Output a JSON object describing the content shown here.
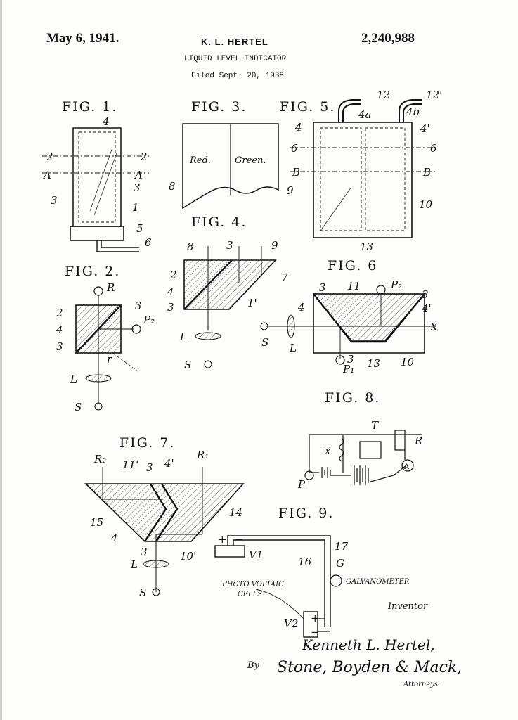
{
  "header": {
    "date": "May 6, 1941.",
    "inventor": "K. L. HERTEL",
    "patent_number": "2,240,988",
    "title": "LIQUID LEVEL INDICATOR",
    "filed": "Filed Sept. 20, 1938"
  },
  "figures": {
    "fig1": "FIG. 1.",
    "fig2": "FIG. 2.",
    "fig3": "FIG. 3.",
    "fig4": "FIG. 4.",
    "fig5": "FIG. 5.",
    "fig6": "FIG. 6",
    "fig7": "FIG. 7.",
    "fig8": "FIG. 8.",
    "fig9": "FIG. 9."
  },
  "fig3_labels": {
    "left_panel": "Red.",
    "right_panel": "Green."
  },
  "fig9_labels": {
    "photo_voltaic": "PHOTO VOLTAIC",
    "cells": "CELLS",
    "galvanometer": "GALVANOMETER",
    "v1": "V1",
    "v2": "V2",
    "g": "G",
    "n16": "16",
    "n17": "17"
  },
  "signature": {
    "inventor_label": "Inventor",
    "inventor_name": "Kenneth L. Hertel,",
    "by": "By",
    "attorneys_name": "Stone, Boyden & Mack,",
    "attorneys_label": "Attorneys."
  }
}
